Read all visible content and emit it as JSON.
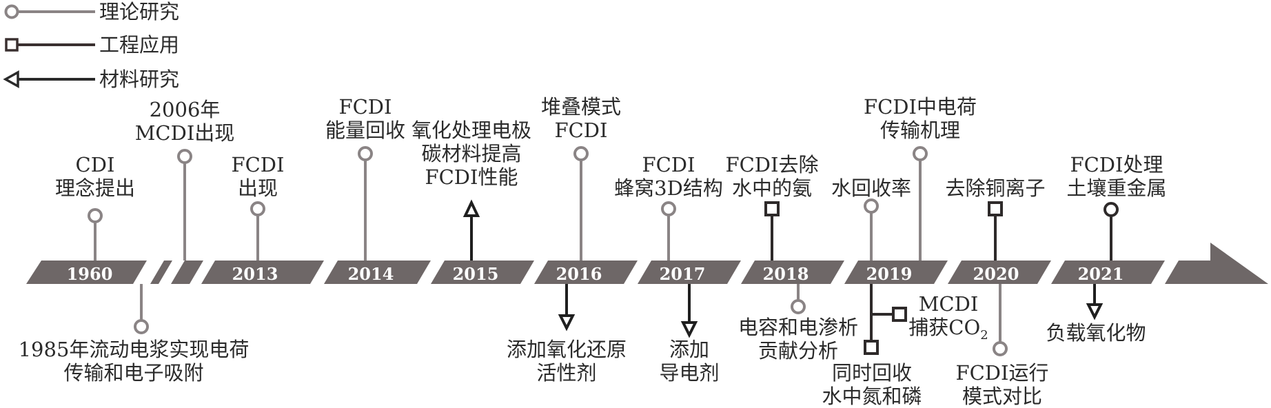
{
  "legend": {
    "theory": "理论研究",
    "engineering": "工程应用",
    "materials": "材料研究"
  },
  "years": [
    "1960",
    "2013",
    "2014",
    "2015",
    "2016",
    "2017",
    "2018",
    "2019",
    "2020",
    "2021"
  ],
  "events": {
    "e1960": [
      "CDI",
      "理念提出"
    ],
    "e1985": [
      "1985年流动电浆实现电荷",
      "传输和电子吸附"
    ],
    "e2006": [
      "2006年",
      "MCDI出现"
    ],
    "e2013": [
      "FCDI",
      "出现"
    ],
    "e2014": [
      "FCDI",
      "能量回收"
    ],
    "e2015": [
      "氧化处理电极",
      "碳材料提高",
      "FCDI性能"
    ],
    "e2016_up": [
      "堆叠模式",
      "FCDI"
    ],
    "e2016_down": [
      "添加氧化还原",
      "活性剂"
    ],
    "e2017_up": [
      "FCDI",
      "蜂窝3D结构"
    ],
    "e2017_down": [
      "添加",
      "导电剂"
    ],
    "e2018_up": [
      "FCDI去除",
      "水中的氨"
    ],
    "e2018_down": [
      "电容和电渗析",
      "贡献分析"
    ],
    "e2019_rec": [
      "水回收率"
    ],
    "e2019_mech": [
      "FCDI中电荷",
      "传输机理"
    ],
    "e2019_pn": [
      "同时回收",
      "水中氮和磷"
    ],
    "e2019_co2": {
      "line1": "MCDI",
      "line2_main": "捕获CO",
      "line2_sub": "2"
    },
    "e2020_cu": [
      "去除铜离子"
    ],
    "e2020_mode": [
      "FCDI运行",
      "模式对比"
    ],
    "e2021_up": [
      "FCDI处理",
      "土壤重金属"
    ],
    "e2021_down": [
      "负载氧化物"
    ]
  }
}
